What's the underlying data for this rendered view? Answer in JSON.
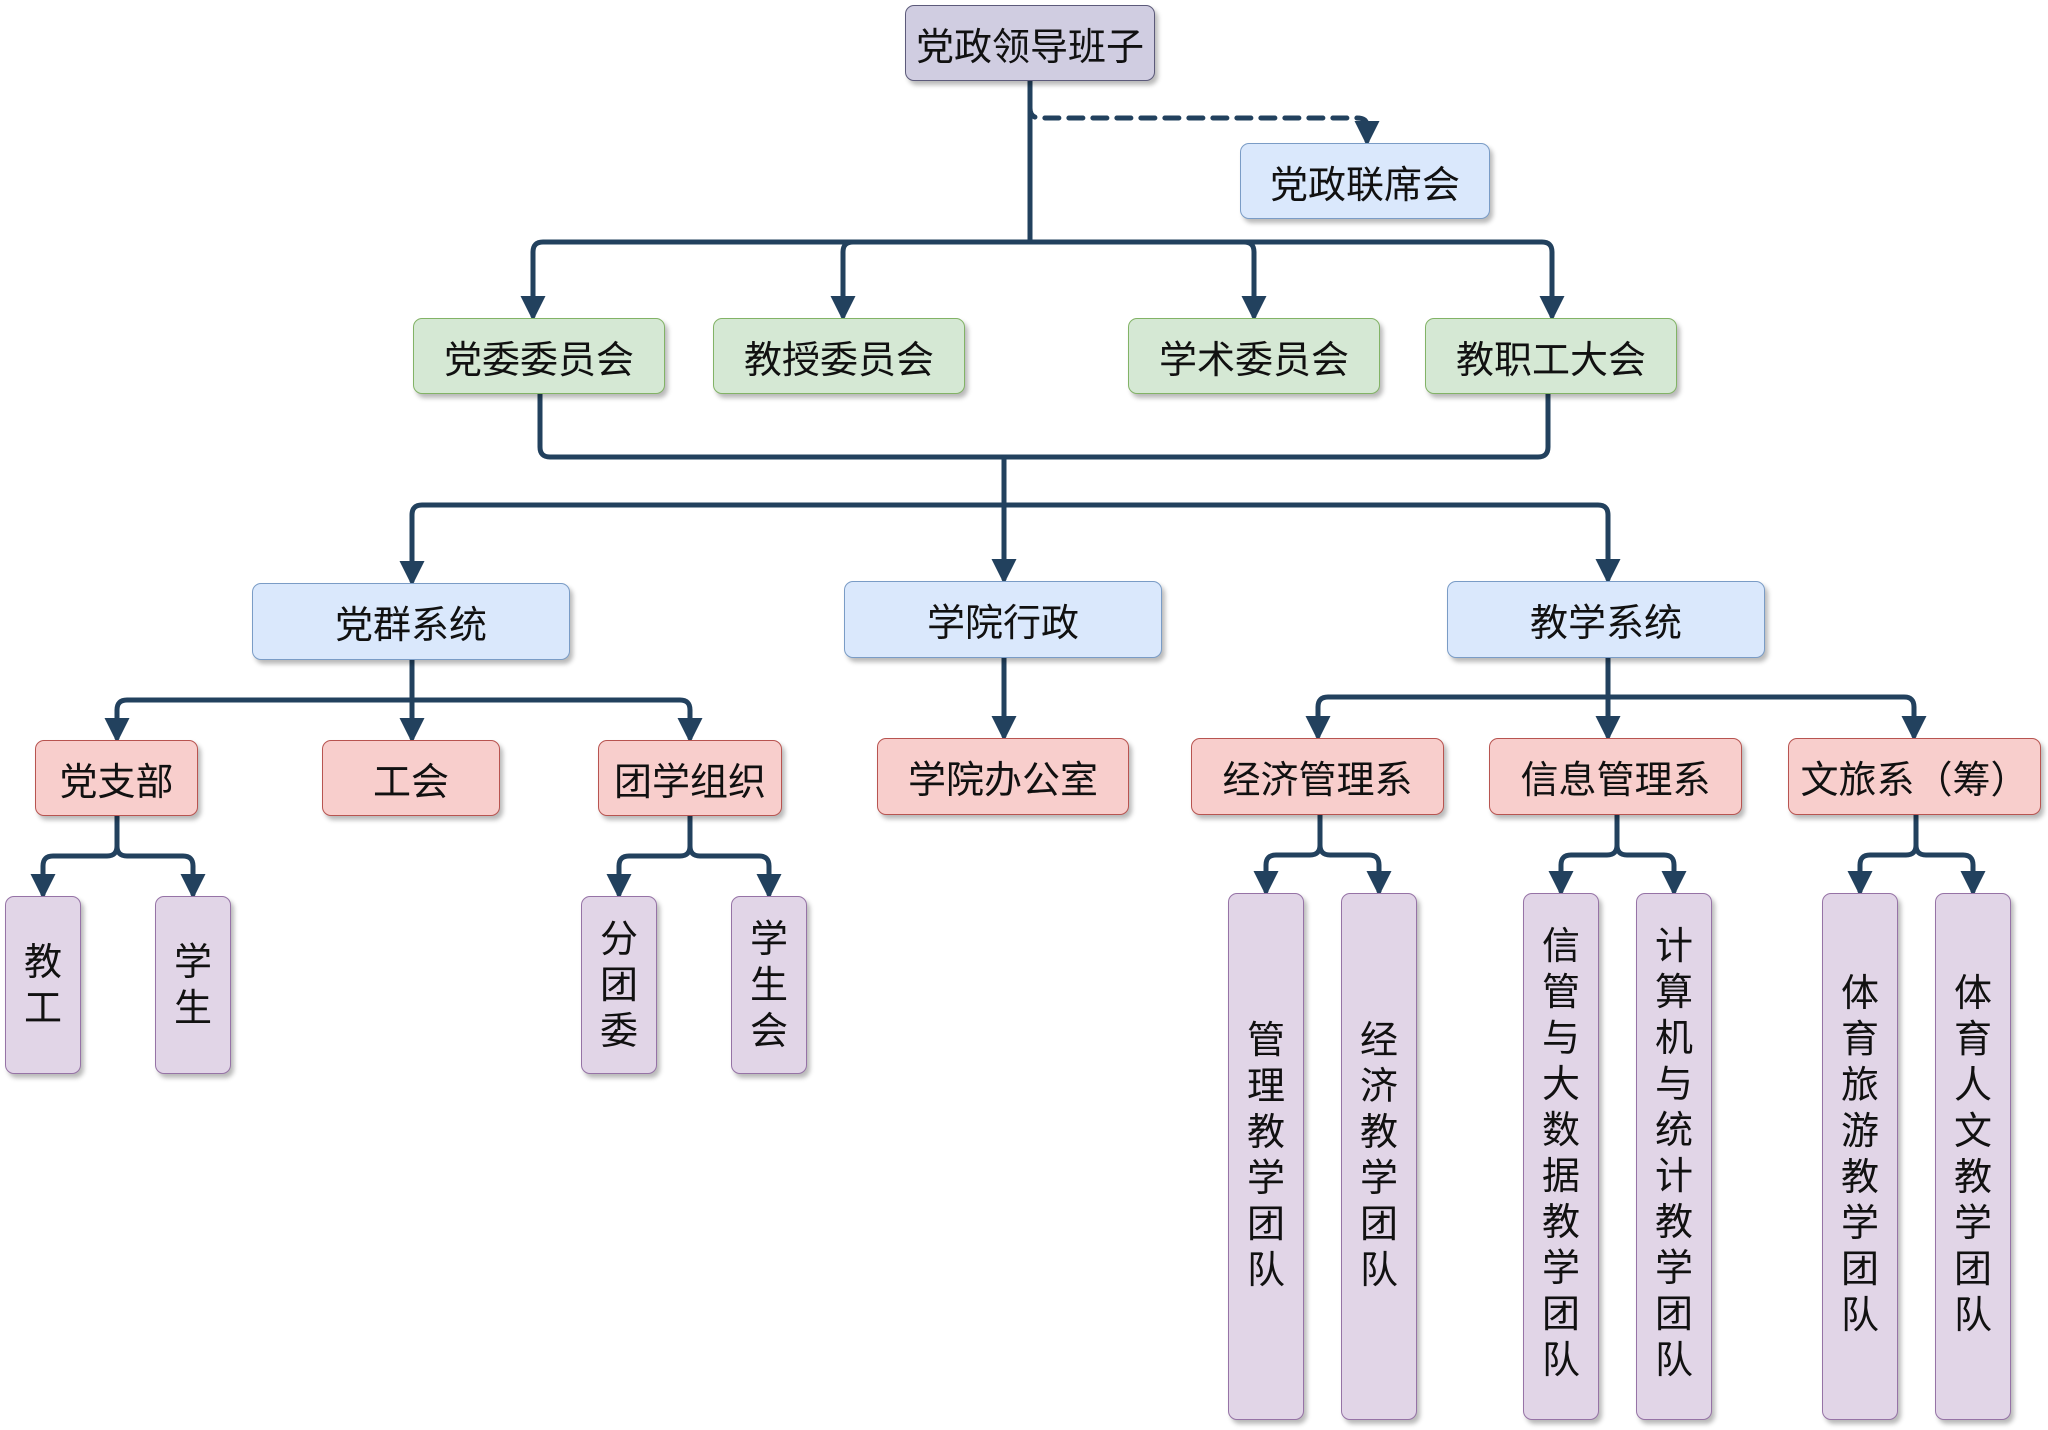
{
  "diagram": {
    "nodes": {
      "dangzheng_lingdao": "党政领导班子",
      "dangzheng_lianxi": "党政联席会",
      "dangwei": "党委委员会",
      "jiaoshou": "教授委员会",
      "xueshu": "学术委员会",
      "jiaozhigong": "教职工大会",
      "dangqun": "党群系统",
      "xueyuan_xingzheng": "学院行政",
      "jiaoxue": "教学系统",
      "dangzhibu": "党支部",
      "gonghui": "工会",
      "tuanxue": "团学组织",
      "bangongshi": "学院办公室",
      "jingji_ji": "经济管理系",
      "xinxi_ji": "信息管理系",
      "wenlv_ji": "文旅系（筹）",
      "jiaogong": "教工",
      "xuesheng": "学生",
      "fentuanwei": "分团委",
      "xueshenghui": "学生会",
      "guanli_tuandui": "管理教学团队",
      "jingji_tuandui": "经济教学团队",
      "xinguan_tuandui": "信管与大数据教学团队",
      "jisuanji_tuandui": "计算机与统计教学团队",
      "tiyu_lvyou_tuandui": "体育旅游教学团队",
      "tiyu_renwen_tuandui": "体育人文教学团队"
    },
    "colors": {
      "connector": "#22415e",
      "top_fill": "#d0cde1",
      "blue_fill": "#dae8fc",
      "green_fill": "#d5e8d4",
      "red_fill": "#f8cecc",
      "purple_fill": "#e1d5e7"
    }
  }
}
